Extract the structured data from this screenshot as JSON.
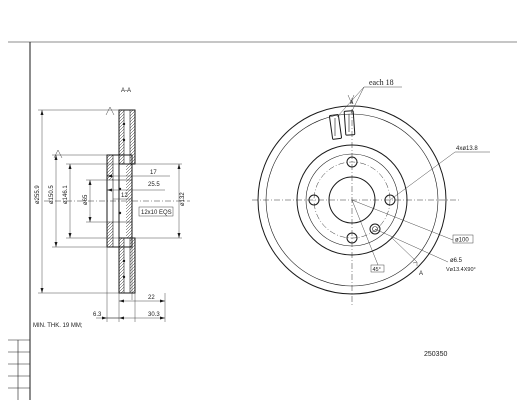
{
  "section_label": "A-A",
  "note_each": "each 18",
  "note_min_thk": "MIN. THK. 19 MM;",
  "part_number": "250350",
  "section_arrow_letter": "A",
  "dims": {
    "d_outer": "ø255.9",
    "d_150": "ø150.5",
    "d_146": "ø146.1",
    "d_65": "ø65",
    "d_132": "ø132",
    "d17": "17",
    "d25_5": "25.5",
    "d12": "12",
    "slot": "12x10 EQS",
    "d22": "22",
    "d6_3": "6.3",
    "d30_3": "30.3",
    "holes": "4xø13.8",
    "pcd": "ø100",
    "d6_5": "ø6.5",
    "csk": "Vø13.4X90°",
    "angle": "45°"
  }
}
